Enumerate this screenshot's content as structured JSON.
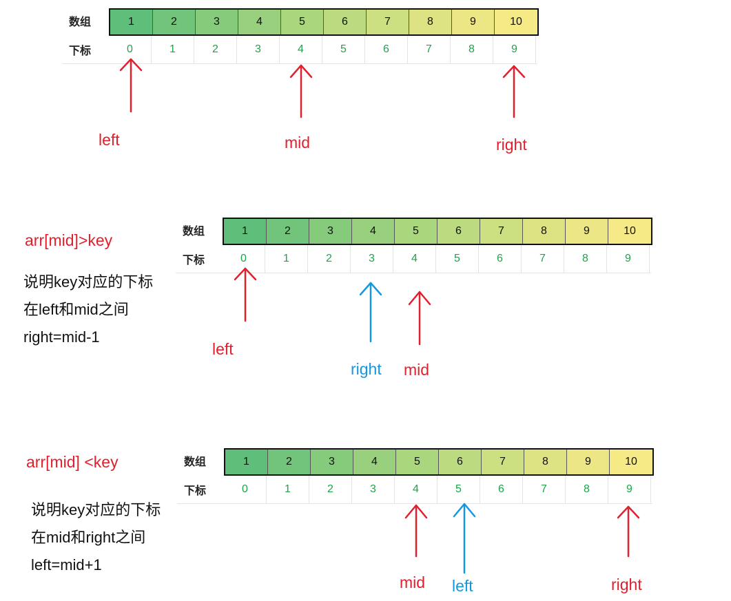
{
  "colors": {
    "red": "#e0202c",
    "blue": "#1597e0",
    "index_green": "#1fa34a",
    "gradient": [
      "#5fbe7a",
      "#72c47a",
      "#86cb7c",
      "#98d07d",
      "#aad67e",
      "#bcdb80",
      "#cde081",
      "#dde382",
      "#ece784",
      "#f6ea86"
    ]
  },
  "panels": [
    {
      "array_label": "数组",
      "index_label": "下标",
      "values": [
        "1",
        "2",
        "3",
        "4",
        "5",
        "6",
        "7",
        "8",
        "9",
        "10"
      ],
      "indices": [
        "0",
        "1",
        "2",
        "3",
        "4",
        "5",
        "6",
        "7",
        "8",
        "9"
      ],
      "pointers": [
        {
          "label": "left",
          "color": "red"
        },
        {
          "label": "mid",
          "color": "red"
        },
        {
          "label": "right",
          "color": "red"
        }
      ]
    },
    {
      "array_label": "数组",
      "index_label": "下标",
      "values": [
        "1",
        "2",
        "3",
        "4",
        "5",
        "6",
        "7",
        "8",
        "9",
        "10"
      ],
      "indices": [
        "0",
        "1",
        "2",
        "3",
        "4",
        "5",
        "6",
        "7",
        "8",
        "9"
      ],
      "condition": "arr[mid]>key",
      "notes": [
        "说明key对应的下标",
        "在left和mid之间",
        "right=mid-1"
      ],
      "pointers": [
        {
          "label": "left",
          "color": "red"
        },
        {
          "label": "right",
          "color": "blue"
        },
        {
          "label": "mid",
          "color": "red"
        }
      ]
    },
    {
      "array_label": "数组",
      "index_label": "下标",
      "values": [
        "1",
        "2",
        "3",
        "4",
        "5",
        "6",
        "7",
        "8",
        "9",
        "10"
      ],
      "indices": [
        "0",
        "1",
        "2",
        "3",
        "4",
        "5",
        "6",
        "7",
        "8",
        "9"
      ],
      "condition": "arr[mid] <key",
      "notes": [
        "说明key对应的下标",
        "在mid和right之间",
        "left=mid+1"
      ],
      "pointers": [
        {
          "label": "mid",
          "color": "red"
        },
        {
          "label": "left",
          "color": "blue"
        },
        {
          "label": "right",
          "color": "red"
        }
      ]
    }
  ]
}
